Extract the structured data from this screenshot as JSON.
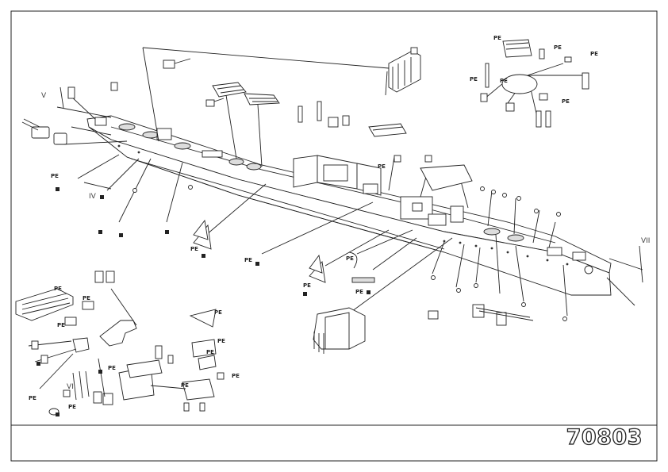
{
  "sheet": {
    "part_number": "70803",
    "step_labels": {
      "v": "V",
      "iv": "IV",
      "vi": "VI",
      "vii": "VII"
    },
    "pe_tag": "PE"
  },
  "colors": {
    "ink": "#222222",
    "paper": "#ffffff",
    "shade": "#dddddd"
  }
}
